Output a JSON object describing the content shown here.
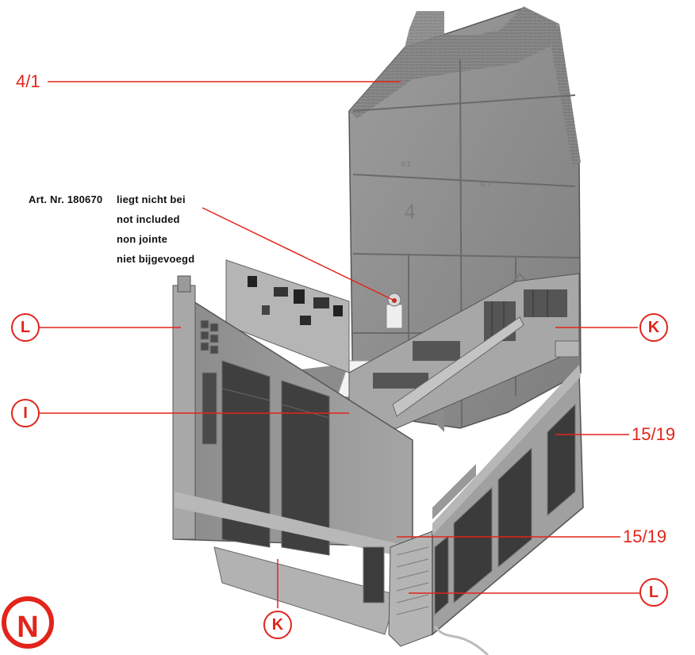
{
  "labels": {
    "wall_part": "4/1",
    "window_part_upper": "15/19",
    "window_part_lower": "15/19"
  },
  "note": {
    "article": "Art. Nr. 180670",
    "line_de": "liegt nicht bei",
    "line_en": "not included",
    "line_fr": "non jointe",
    "line_nl": "niet bijgevoegd"
  },
  "callouts": {
    "i": "I",
    "l_left": "L",
    "l_right": "L",
    "k_right": "K",
    "k_front": "K"
  },
  "step": "N",
  "colors": {
    "accent": "#e2241b",
    "model_gray": "#9a9a9a"
  }
}
